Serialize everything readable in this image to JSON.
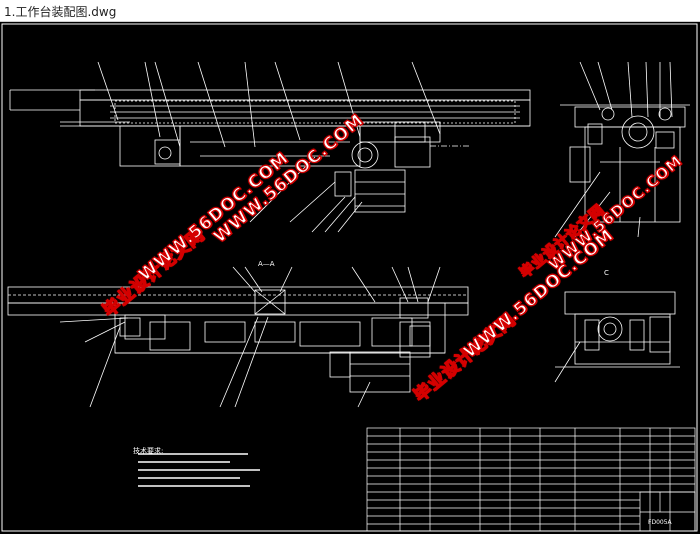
{
  "window": {
    "title": "1.工作台装配图.dwg"
  },
  "drawing": {
    "section_label": "A—A",
    "view_label": "C",
    "tech_notes_heading": "技术要求:",
    "drawing_number": "FD005A"
  },
  "watermarks": [
    {
      "name": "watermark-text-1",
      "text": "毕业设计论文网"
    },
    {
      "name": "watermark-url-1",
      "text": "WWW.56DOC.COM"
    },
    {
      "name": "watermark-url-2",
      "text": "WWW.56DOC.COM"
    },
    {
      "name": "watermark-text-2",
      "text": "毕业设计论文网"
    },
    {
      "name": "watermark-url-3",
      "text": "WWW.56DOC.COM"
    },
    {
      "name": "watermark-text-3",
      "text": "毕业设计论文网"
    },
    {
      "name": "watermark-url-4",
      "text": "WWW.56DOC.COM"
    }
  ],
  "colors": {
    "cad_background": "#000000",
    "cad_lines": "#ffffff",
    "watermark_red": "#d40000"
  }
}
